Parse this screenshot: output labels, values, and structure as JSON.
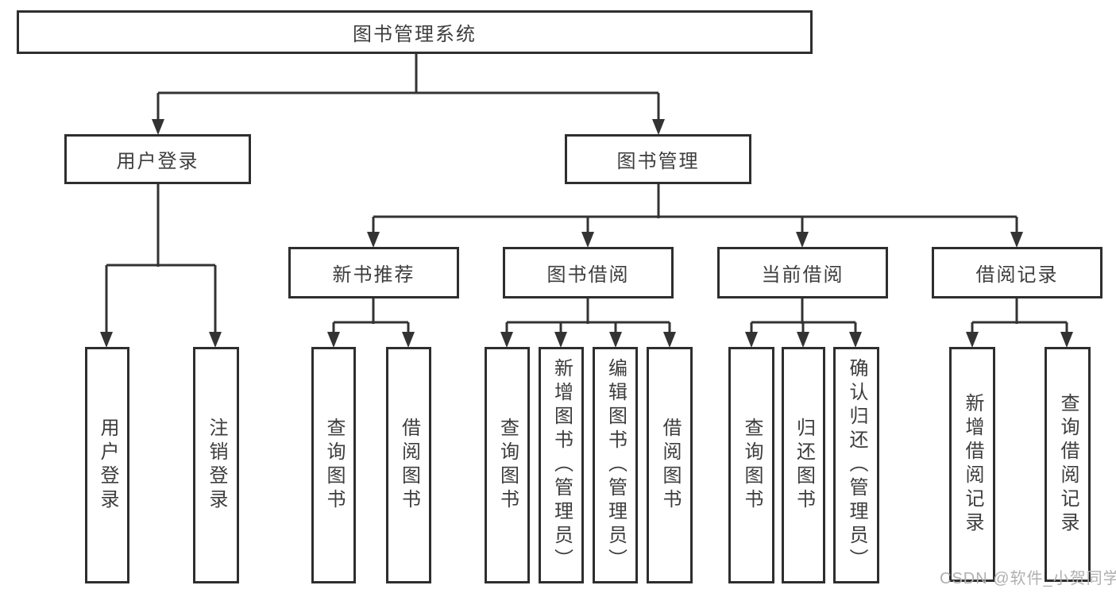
{
  "colors": {
    "line": "#333333",
    "box_border": "#2e2e2e",
    "text": "#3d3d3d",
    "watermark": "#b0b0b0"
  },
  "watermark": {
    "text": "CSDN @软件_小贺同学"
  },
  "tree": {
    "root": {
      "label": "图书管理系统"
    },
    "user": {
      "label": "用户登录",
      "login": {
        "label": "用户登录"
      },
      "logout": {
        "label": "注销登录"
      }
    },
    "books": {
      "label": "图书管理",
      "recommend": {
        "label": "新书推荐",
        "query": {
          "label": "查询图书"
        },
        "borrow": {
          "label": "借阅图书"
        }
      },
      "borrowing": {
        "label": "图书借阅",
        "query": {
          "label": "查询图书"
        },
        "add": {
          "label": "新增图书（管理员）"
        },
        "edit": {
          "label": "编辑图书（管理员）"
        },
        "borrow": {
          "label": "借阅图书"
        }
      },
      "current": {
        "label": "当前借阅",
        "query": {
          "label": "查询图书"
        },
        "return": {
          "label": "归还图书"
        },
        "confirm": {
          "label": "确认归还（管理员）"
        }
      },
      "records": {
        "label": "借阅记录",
        "add": {
          "label": "新增借阅记录"
        },
        "query": {
          "label": "查询借阅记录"
        }
      }
    }
  }
}
